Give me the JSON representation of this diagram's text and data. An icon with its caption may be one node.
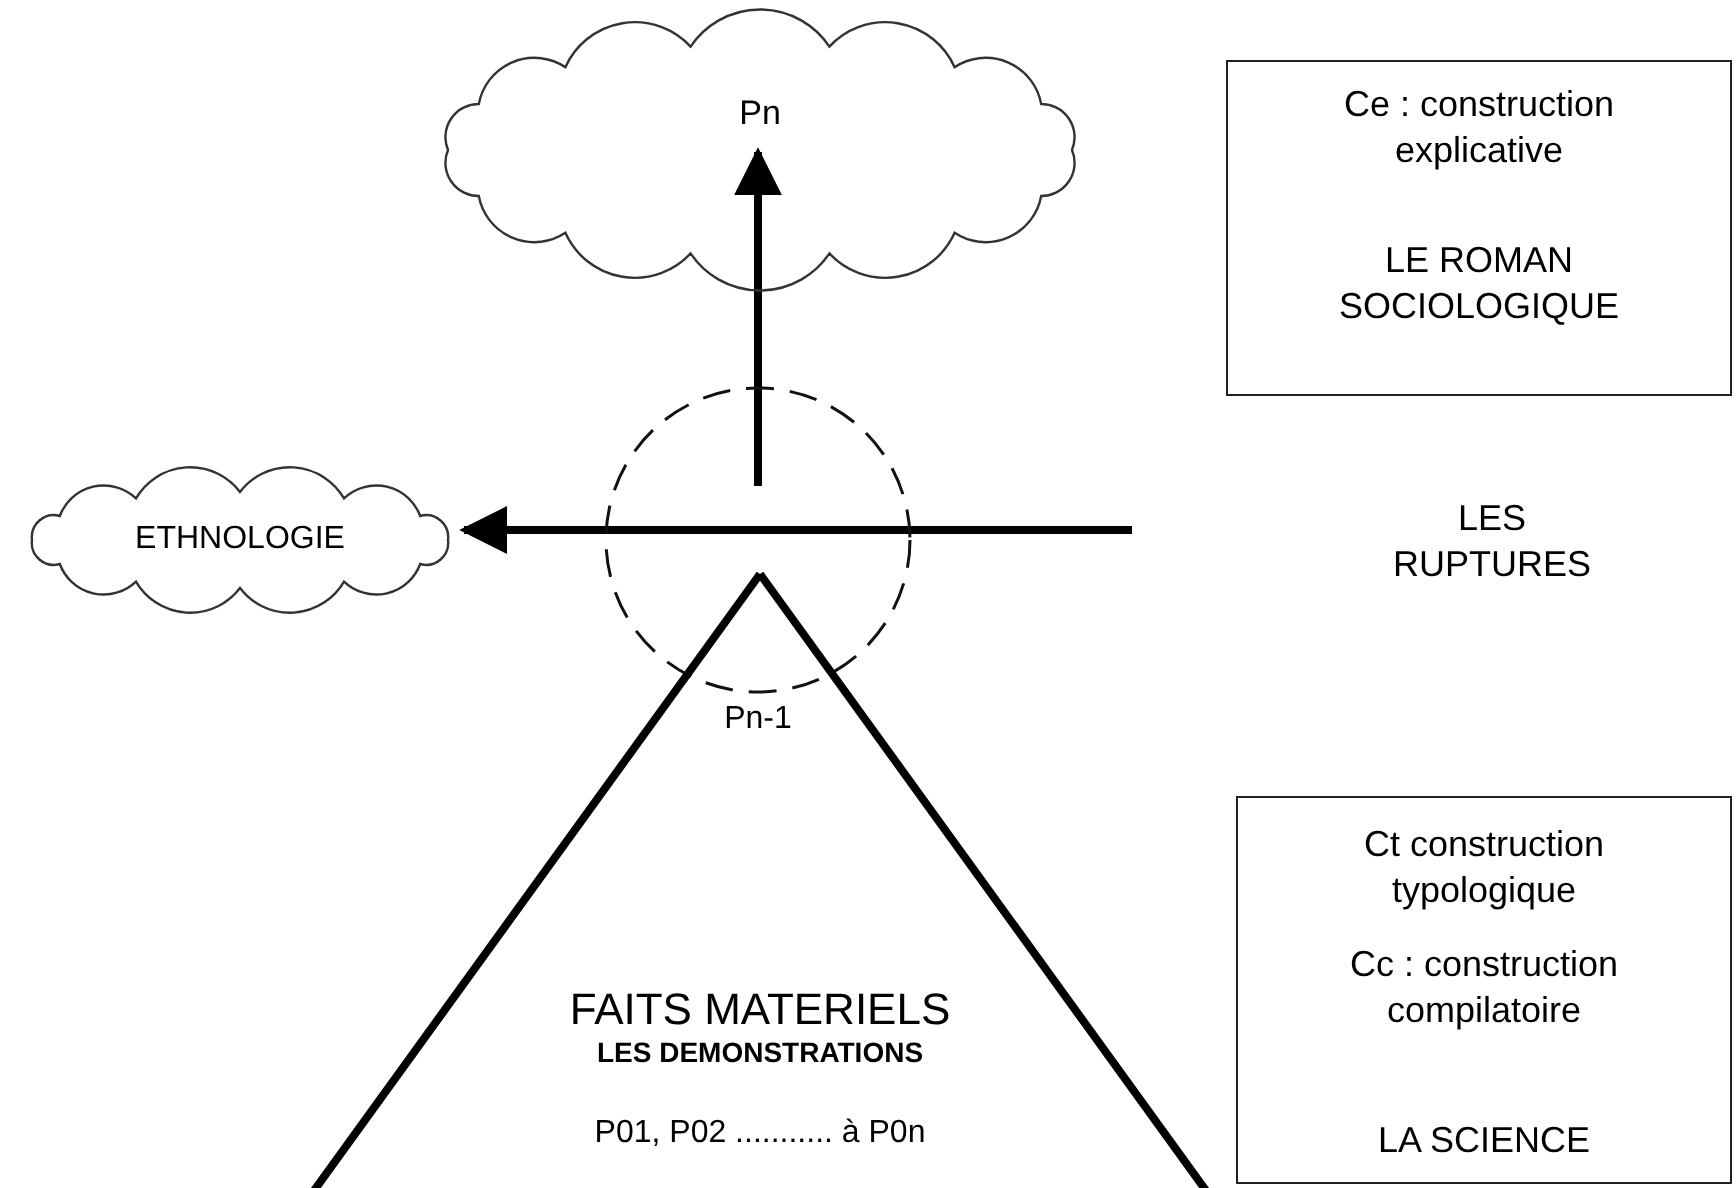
{
  "diagram": {
    "nodes": [
      {
        "text": [
          "Pn"
        ]
      },
      {
        "text": [
          "ETHNOLOGIE"
        ]
      },
      {
        "text": [],
        "shape": "circle",
        "beside": [
          "Pn-1"
        ]
      },
      {
        "text": [
          "FAITS MATERIELS",
          "LES DEMONSTRATIONS",
          "P01, P02 ........... à P0n"
        ]
      },
      {
        "text": [
          "Ce : construction explicative",
          "LE ROMAN SOCIOLOGIQUE"
        ]
      },
      {
        "text": [
          "Ct construction typologique",
          "Cc : construction compilatoire",
          "LA SCIENCE"
        ]
      }
    ],
    "edges": [
      {
        "from": 2,
        "to": 0,
        "arrow": "to"
      },
      {
        "from": null,
        "to": 1,
        "arrow": "to"
      }
    ],
    "labels": [
      "LES RUPTURES"
    ]
  }
}
